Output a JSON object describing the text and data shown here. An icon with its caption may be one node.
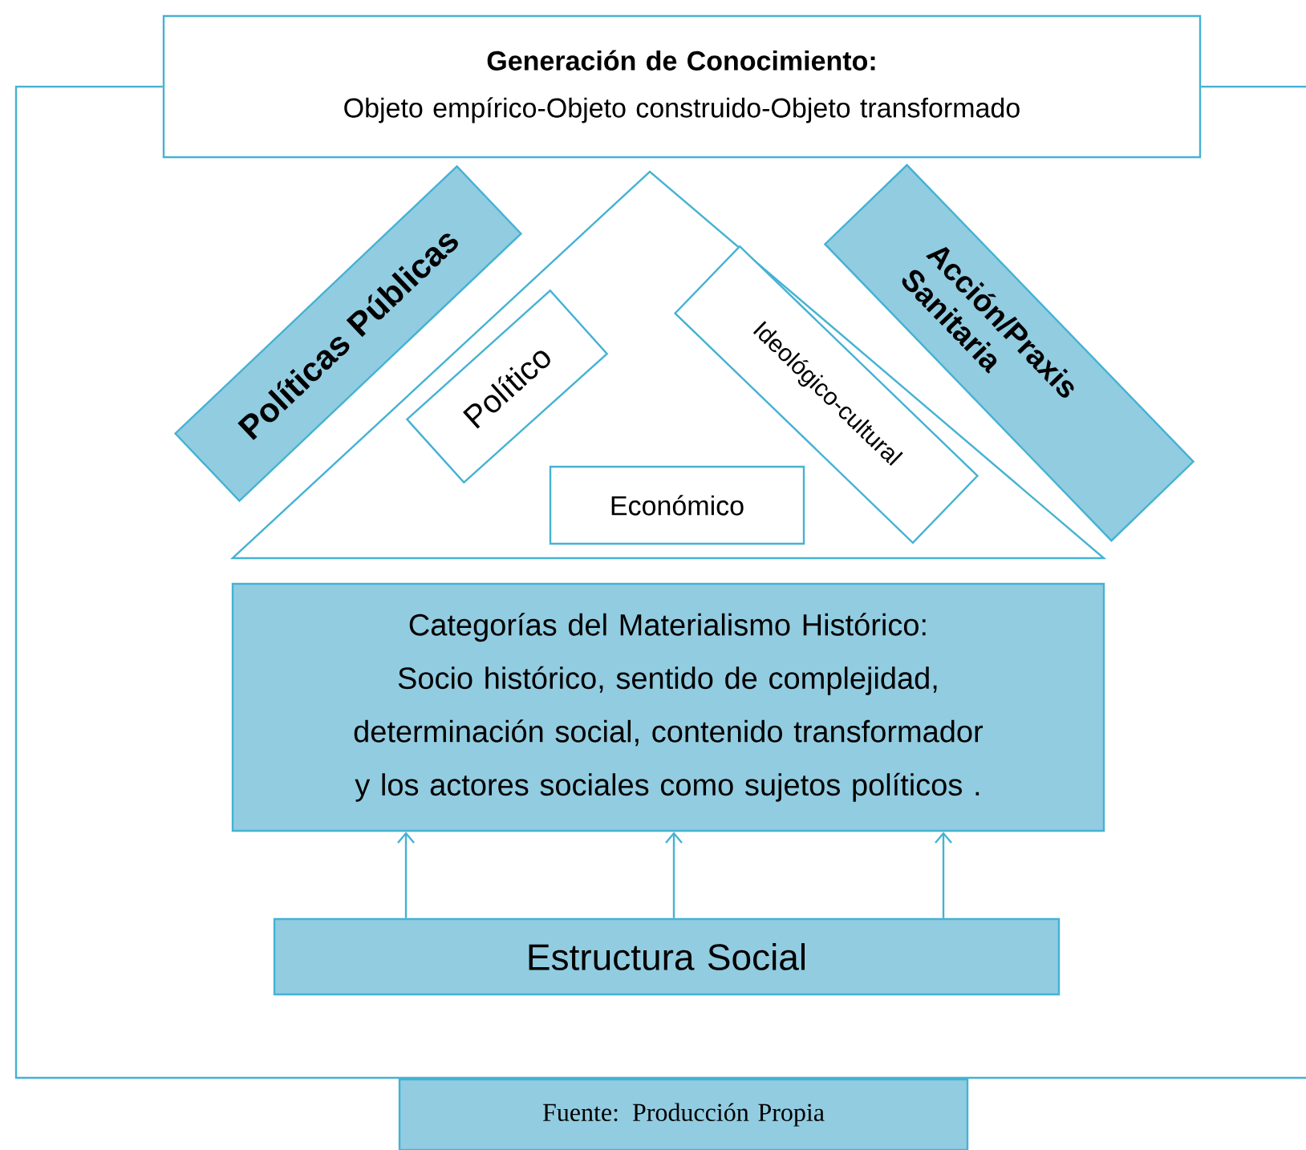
{
  "diagram": {
    "nodes": [
      {
        "text": [
          "Generación de Conocimiento:",
          "Objeto empírico-Objeto construido-Objeto transformado"
        ]
      },
      {
        "text": [
          "Políticas Públicas"
        ]
      },
      {
        "text": [],
        "shape": "triangle"
      },
      {
        "text": [
          "Político"
        ],
        "in": 2
      },
      {
        "text": [
          "Ideológico-cultural"
        ],
        "in": 2
      },
      {
        "text": [
          "Acción/Praxis Sanitaria"
        ]
      },
      {
        "text": [
          "Económico"
        ],
        "in": 2
      },
      {
        "text": [
          "Categorías del Materialismo Histórico: Socio histórico, sentido de complejidad, determinación social, contenido transformador y los actores sociales como sujetos políticos ."
        ]
      },
      {
        "text": [
          "Estructura Social"
        ]
      },
      {
        "text": [
          "Fuente: Producción Propia"
        ]
      }
    ],
    "edges": [
      {
        "from": 8,
        "to": 7,
        "arrow": "to"
      },
      {
        "from": 8,
        "to": 7,
        "arrow": "to"
      },
      {
        "from": 8,
        "to": 7,
        "arrow": "to"
      },
      {
        "from": 0,
        "to": null,
        "arrow": "none"
      },
      {
        "from": 0,
        "to": null,
        "arrow": "none"
      }
    ]
  }
}
